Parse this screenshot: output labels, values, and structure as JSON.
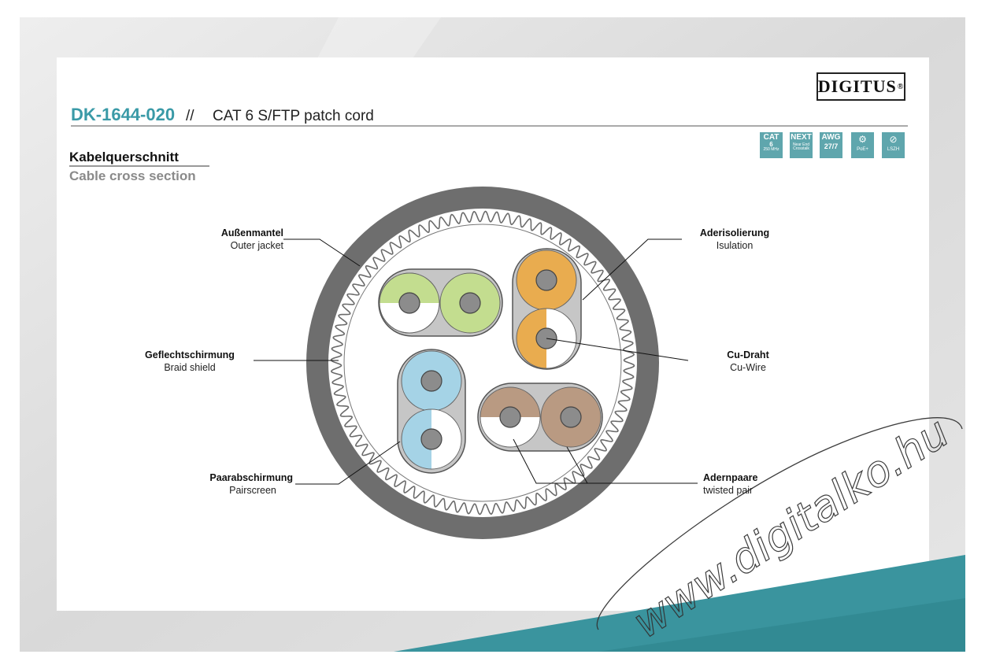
{
  "header": {
    "product_code": "DK-1644-020",
    "separator": "//",
    "description": "CAT 6 S/FTP patch cord"
  },
  "brand": {
    "name": "DIGITUS",
    "mark": "®"
  },
  "section": {
    "title_de": "Kabelquerschnitt",
    "title_en": "Cable cross section"
  },
  "badges": [
    {
      "icon": "cat-icon",
      "line1": "CAT",
      "line2": "6",
      "line3": "250 MHz"
    },
    {
      "icon": "next-icon",
      "line1": "NEXT",
      "line2": "Near End",
      "line3": "Crosstalk"
    },
    {
      "icon": "awg-icon",
      "line1": "AWG",
      "line2": "27/7",
      "line3": ""
    },
    {
      "icon": "poe-plug-icon",
      "line1": "",
      "line2": "PoE+",
      "line3": ""
    },
    {
      "icon": "no-halogen-icon",
      "line1": "",
      "line2": "LSZH",
      "line3": ""
    }
  ],
  "labels": {
    "outer_jacket": {
      "de": "Außenmantel",
      "en": "Outer jacket"
    },
    "braid_shield": {
      "de": "Geflechtschirmung",
      "en": "Braid shield"
    },
    "pair_screen": {
      "de": "Paarabschirmung",
      "en": "Pairscreen"
    },
    "insulation": {
      "de": "Aderisolierung",
      "en": "Isulation"
    },
    "cu_wire": {
      "de": "Cu-Draht",
      "en": "Cu-Wire"
    },
    "twisted_pair": {
      "de": "Adernpaare",
      "en": "twisted pair"
    }
  },
  "colors": {
    "accent": "#3a9aa7",
    "jacket": "#6e6e6e",
    "screen": "#c6c6c6",
    "green": "#c3dd8f",
    "orange": "#e9ac4f",
    "blue": "#a5d3e6",
    "brown": "#b99a82",
    "copper": "#8c8c8c"
  },
  "watermark": "www.digitalko.hu"
}
